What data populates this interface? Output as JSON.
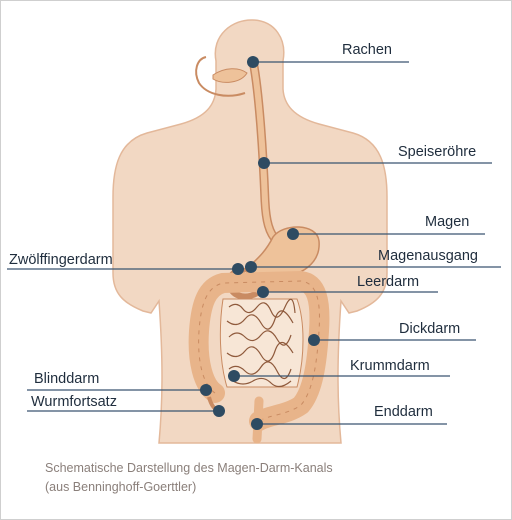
{
  "diagram": {
    "labels": {
      "rachen": "Rachen",
      "speiseroehre": "Speiseröhre",
      "magen": "Magen",
      "magenausgang": "Magenausgang",
      "zwoelffingerdarm": "Zwölffingerdarm",
      "leerdarm": "Leerdarm",
      "dickdarm": "Dickdarm",
      "krummdarm": "Krummdarm",
      "blinddarm": "Blinddarm",
      "wurmfortsatz": "Wurmfortsatz",
      "enddarm": "Enddarm"
    },
    "caption": {
      "line1": "Schematische Darstellung des Magen-Darm-Kanals",
      "line2": "(aus Benninghoff-Goerttler)"
    }
  },
  "colors": {
    "body_fill": "#f2d8c3",
    "body_stroke": "#e3b89a",
    "organ_fill": "#eec29a",
    "organ_stroke": "#c98b62",
    "marker": "#2e4b62",
    "leader_line": "#3a5570",
    "label_text": "#1f2d3d",
    "caption_text": "#8a7f7a"
  }
}
